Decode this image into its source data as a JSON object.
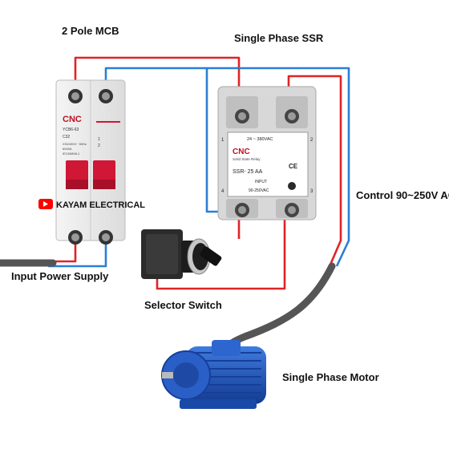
{
  "labels": {
    "mcb": "2 Pole MCB",
    "ssr": "Single Phase SSR",
    "control": "Control 90~250V AC",
    "input_power": "Input Power Supply",
    "selector": "Selector Switch",
    "motor": "Single Phase Motor"
  },
  "mcb_face": {
    "brand": "CNC",
    "model": "YCB6-63",
    "rating_code": "C32",
    "spec_lines": [
      "230/400V~ 50Hz",
      "6000A",
      "IEC60898-1"
    ],
    "pole_marks": [
      "1",
      "2"
    ]
  },
  "ssr_face": {
    "brand": "CNC",
    "subtitle": "Solid State Relay",
    "load_range": "24 ~ 380VAC",
    "model": "SSR- 25 AA",
    "input_label": "INPUT",
    "input_range": "90-250VAC",
    "ce_mark": "CE",
    "terminals": [
      "1",
      "2",
      "3",
      "4"
    ]
  },
  "watermark": {
    "text": "KAYAM ELECTRICAL"
  },
  "colors": {
    "live_wire": "#e02424",
    "neutral_wire": "#2a7fd4",
    "cable": "#555555",
    "breaker_red": "#d01736",
    "motor_blue": "#1f52b8",
    "watermark_red": "#ff0000"
  }
}
